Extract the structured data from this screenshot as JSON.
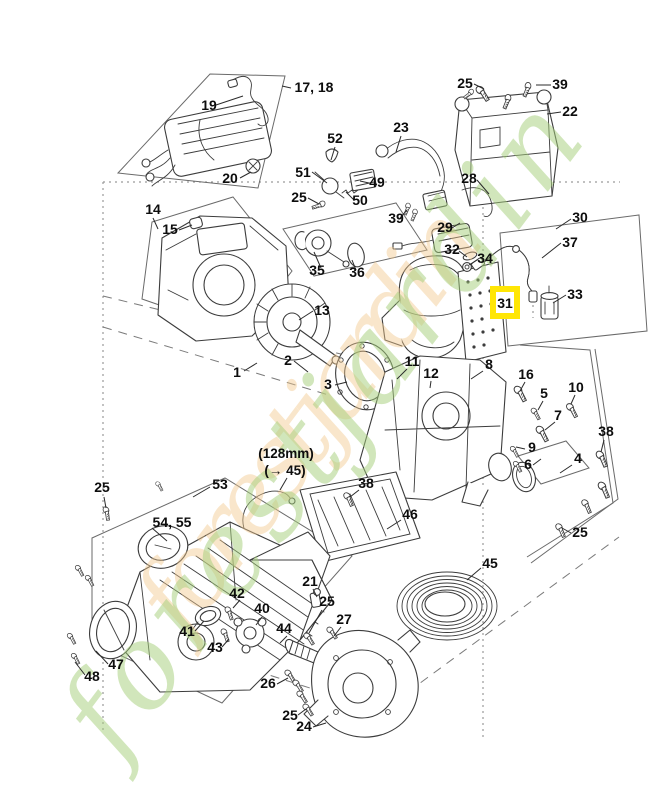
{
  "diagram": {
    "description": "Exploded spare-parts diagram with numbered callouts",
    "highlight": {
      "label": "31",
      "color": "#ffe605"
    },
    "watermark": {
      "text": "forestjardin",
      "green_color": "#a5cf7a",
      "orange_color": "#f2c98e"
    }
  },
  "labels": [
    {
      "id": "17-18",
      "text": "17, 18"
    },
    {
      "id": "19",
      "text": "19"
    },
    {
      "id": "20",
      "text": "20"
    },
    {
      "id": "51",
      "text": "51"
    },
    {
      "id": "25-top-mid",
      "text": "25"
    },
    {
      "id": "52",
      "text": "52"
    },
    {
      "id": "50",
      "text": "50"
    },
    {
      "id": "49",
      "text": "49"
    },
    {
      "id": "23",
      "text": "23"
    },
    {
      "id": "39-mid",
      "text": "39"
    },
    {
      "id": "25-top-right",
      "text": "25"
    },
    {
      "id": "39-top-right",
      "text": "39"
    },
    {
      "id": "22",
      "text": "22"
    },
    {
      "id": "28",
      "text": "28"
    },
    {
      "id": "29",
      "text": "29"
    },
    {
      "id": "32",
      "text": "32"
    },
    {
      "id": "34",
      "text": "34"
    },
    {
      "id": "30",
      "text": "30"
    },
    {
      "id": "37",
      "text": "37"
    },
    {
      "id": "33",
      "text": "33"
    },
    {
      "id": "31",
      "text": "31"
    },
    {
      "id": "14",
      "text": "14"
    },
    {
      "id": "15",
      "text": "15"
    },
    {
      "id": "35",
      "text": "35"
    },
    {
      "id": "36",
      "text": "36"
    },
    {
      "id": "13",
      "text": "13"
    },
    {
      "id": "2",
      "text": "2"
    },
    {
      "id": "3",
      "text": "3"
    },
    {
      "id": "1",
      "text": "1"
    },
    {
      "id": "11",
      "text": "11"
    },
    {
      "id": "12",
      "text": "12"
    },
    {
      "id": "8",
      "text": "8"
    },
    {
      "id": "16",
      "text": "16"
    },
    {
      "id": "5",
      "text": "5"
    },
    {
      "id": "10",
      "text": "10"
    },
    {
      "id": "7",
      "text": "7"
    },
    {
      "id": "38-right",
      "text": "38"
    },
    {
      "id": "9",
      "text": "9"
    },
    {
      "id": "6",
      "text": "6"
    },
    {
      "id": "4",
      "text": "4"
    },
    {
      "id": "25-right",
      "text": "25"
    },
    {
      "id": "46",
      "text": "46"
    },
    {
      "id": "38-left",
      "text": "38"
    },
    {
      "id": "note-128mm",
      "text": "(128mm)"
    },
    {
      "id": "note-45",
      "text": "(→ 45)"
    },
    {
      "id": "53",
      "text": "53"
    },
    {
      "id": "54-55",
      "text": "54, 55"
    },
    {
      "id": "25-left",
      "text": "25"
    },
    {
      "id": "47",
      "text": "47"
    },
    {
      "id": "48",
      "text": "48"
    },
    {
      "id": "41",
      "text": "41"
    },
    {
      "id": "43",
      "text": "43"
    },
    {
      "id": "42",
      "text": "42"
    },
    {
      "id": "40",
      "text": "40"
    },
    {
      "id": "44",
      "text": "44"
    },
    {
      "id": "21",
      "text": "21"
    },
    {
      "id": "25-bottom-mid",
      "text": "25"
    },
    {
      "id": "27",
      "text": "27"
    },
    {
      "id": "26",
      "text": "26"
    },
    {
      "id": "25-bottom",
      "text": "25"
    },
    {
      "id": "24",
      "text": "24"
    },
    {
      "id": "45",
      "text": "45"
    }
  ]
}
